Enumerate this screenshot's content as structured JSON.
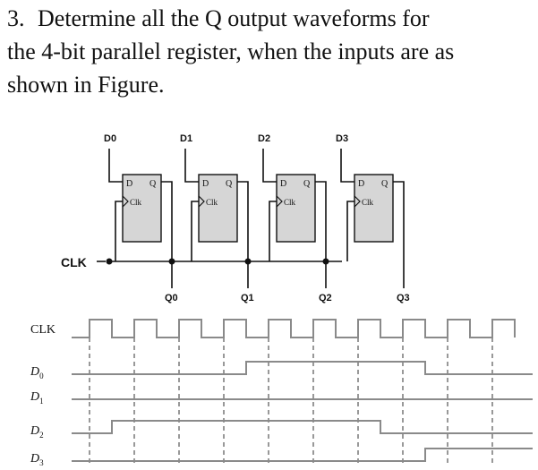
{
  "question": {
    "number": "3.",
    "lines": [
      "Determine all the Q output waveforms for",
      "the 4-bit parallel register, when the inputs are as",
      "shown in Figure."
    ]
  },
  "circuit": {
    "inputs": [
      "D0",
      "D1",
      "D2",
      "D3"
    ],
    "outputs": [
      "Q0",
      "Q1",
      "Q2",
      "Q3"
    ],
    "clock_label": "CLK",
    "flipflop": {
      "d": "D",
      "q": "Q",
      "clk": "Clk"
    }
  },
  "timing": {
    "signals": [
      "CLK",
      "D",
      "D",
      "D",
      "D"
    ],
    "subscripts": [
      "",
      "0",
      "1",
      "2",
      "3"
    ],
    "clock_pulses": 10,
    "data": {
      "D0": [
        0,
        0,
        0,
        0,
        1,
        1,
        1,
        1,
        0,
        0
      ],
      "D1": [
        0,
        0,
        0,
        0,
        0,
        0,
        0,
        0,
        0,
        0
      ],
      "D2": [
        0,
        1,
        1,
        1,
        1,
        1,
        1,
        0,
        0,
        0
      ],
      "D3": [
        0,
        0,
        0,
        0,
        0,
        0,
        0,
        0,
        1,
        1
      ]
    }
  }
}
